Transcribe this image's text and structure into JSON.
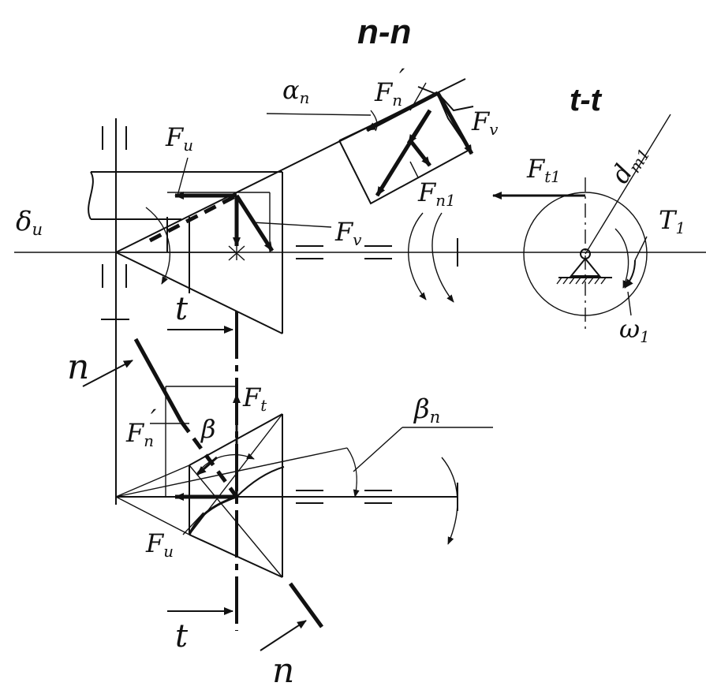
{
  "labels": {
    "section_nn": "n-n",
    "section_tt": "t-t",
    "alpha_n": "α",
    "alpha_n_sub": "n",
    "Fn_prime_top": "F",
    "Fn_prime_top_sub": "n",
    "Fv_top": "F",
    "Fv_top_sub": "v",
    "Fu_top": "F",
    "Fu_top_sub": "u",
    "Fn1": "F",
    "Fn1_sub": "n1",
    "Fv_mid": "F",
    "Fv_mid_sub": "v",
    "delta_u": "δ",
    "delta_u_sub": "u",
    "Ft1": "F",
    "Ft1_sub": "t1",
    "dm1": "d",
    "dm1_sub": "m1",
    "T1": "T",
    "T1_sub": "1",
    "omega1": "ω",
    "omega1_sub": "1",
    "t_upper": "t",
    "t_lower": "t",
    "n_left": "n",
    "n_bottom": "n",
    "Ft": "F",
    "Ft_sub": "t",
    "Fn_prime_bottom": "F",
    "Fn_prime_bottom_sub": "n",
    "beta": "β",
    "beta_n": "β",
    "beta_n_sub": "n",
    "Fu_bottom": "F",
    "Fu_bottom_sub": "u"
  },
  "colors": {
    "ink": "#111111",
    "background": "#ffffff"
  }
}
